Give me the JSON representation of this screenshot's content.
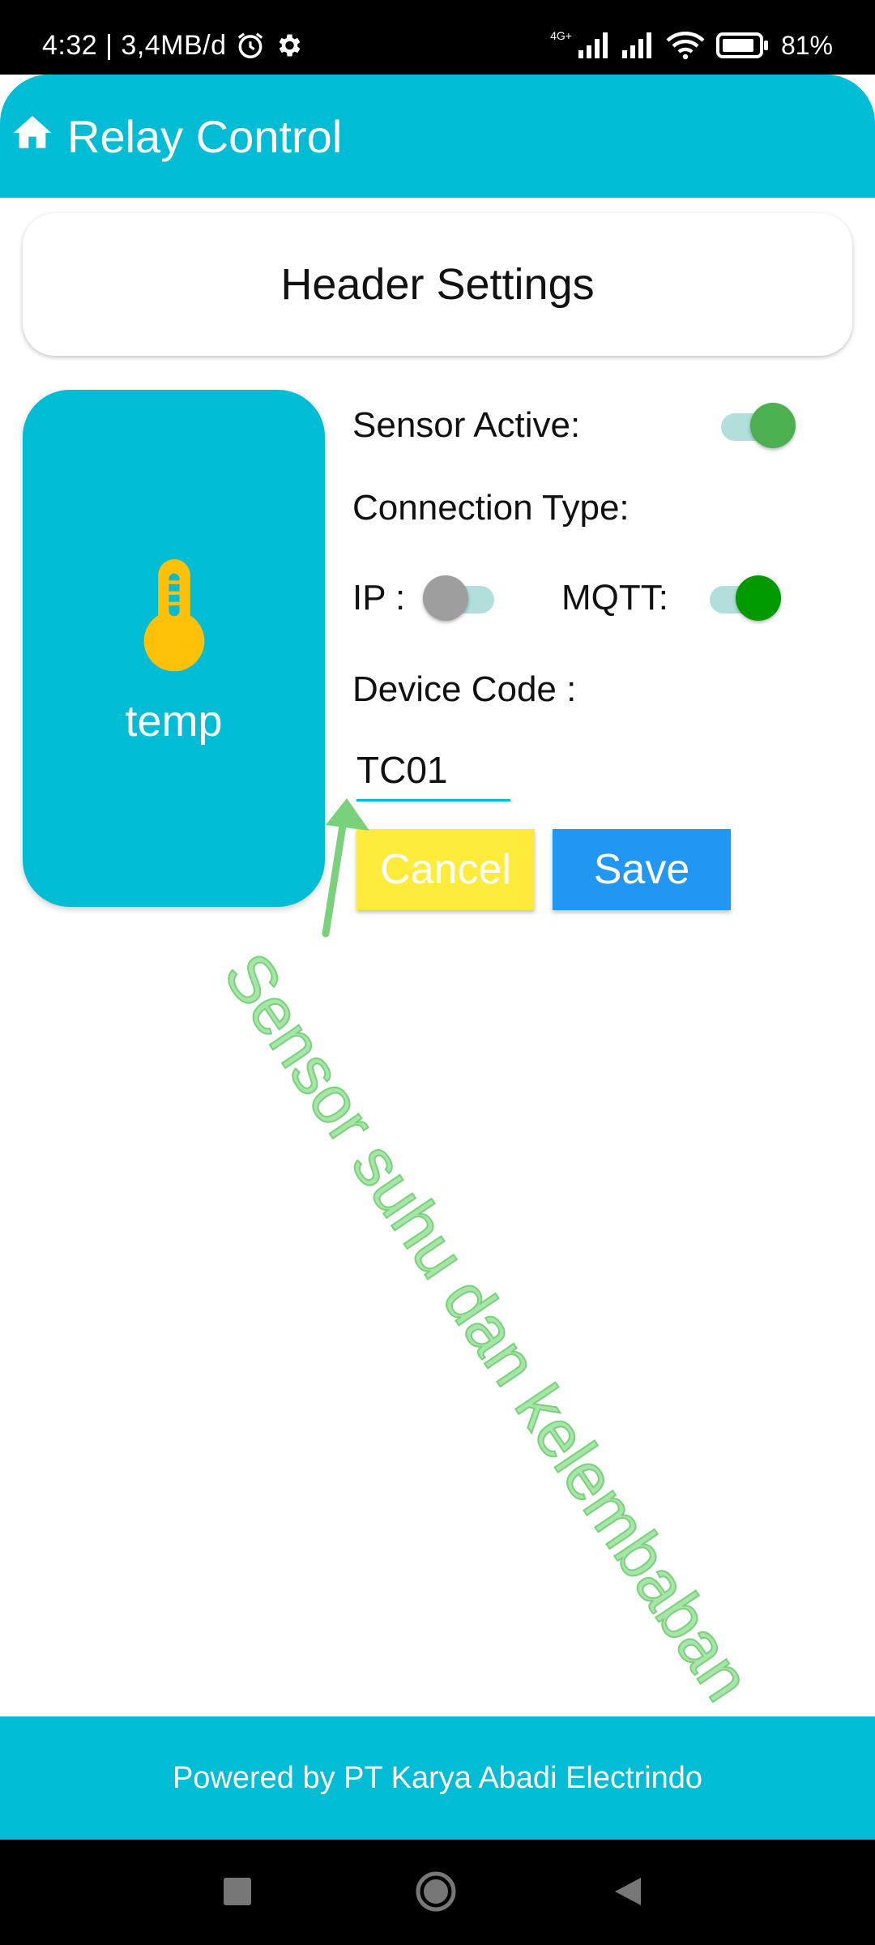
{
  "status_bar": {
    "time": "4:32",
    "data_rate": "3,4MB/d",
    "network": "4G+",
    "battery": "81%",
    "icons": [
      "alarm-icon",
      "gear-icon",
      "signal-icon",
      "signal-icon",
      "wifi-icon",
      "battery-icon"
    ]
  },
  "app_bar": {
    "title": "Relay Control",
    "icon": "home-icon"
  },
  "header_card": {
    "title": "Header Settings"
  },
  "sensor": {
    "name": "temp",
    "icon": "thermometer-icon",
    "icon_color": "#ffc107"
  },
  "settings": {
    "sensor_active_label": "Sensor Active:",
    "sensor_active": true,
    "connection_type_label": "Connection Type:",
    "ip_label": "IP :",
    "ip_enabled": false,
    "mqtt_label": "MQTT:",
    "mqtt_enabled": true,
    "device_code_label": "Device Code :",
    "device_code_value": "TC01"
  },
  "buttons": {
    "cancel_label": "Cancel",
    "save_label": "Save"
  },
  "annotation": {
    "text": "Sensor suhu dan kelembaban"
  },
  "footer": {
    "text": "Powered by PT Karya Abadi Electrindo"
  },
  "colors": {
    "primary": "#00bcd4",
    "accent_green": "#4caf50",
    "switch_on_green": "#009900",
    "cancel_yellow": "#ffeb3b",
    "save_blue": "#2196f3",
    "annotation_green": "#a6e5a7"
  }
}
